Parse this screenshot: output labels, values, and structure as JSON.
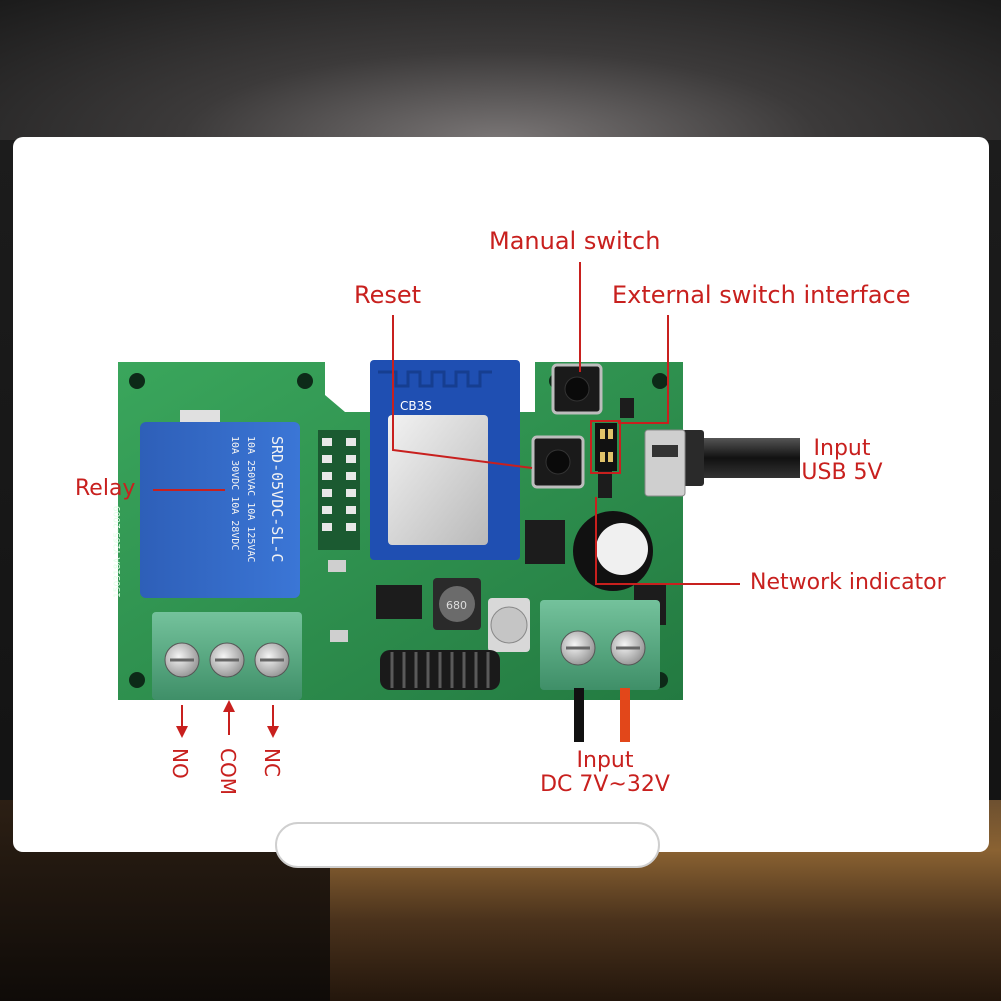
{
  "labels": {
    "manual_switch": "Manual switch",
    "reset": "Reset",
    "external_switch": "External switch interface",
    "relay": "Relay",
    "input_usb_line1": "Input",
    "input_usb_line2": "USB 5V",
    "network_indicator": "Network indicator",
    "input_dc_line1": "Input",
    "input_dc_line2": "DC 7V~32V",
    "no": "NO",
    "com": "COM",
    "nc": "NC"
  },
  "board_text": {
    "module": "CB3S",
    "relay_model": "SRD-05VDC-SL-C",
    "relay_rating_1": "10A 250VAC  10A 125VAC",
    "relay_rating_2": "10A 30VDC  10A 28VDC",
    "inductor": "680",
    "pcb_code": "150318A Y265-2009"
  },
  "colors": {
    "label_red": "#c8201e",
    "pcb_green": "#2f9a52",
    "relay_blue": "#2f69c8",
    "terminal_green": "#5fb089"
  }
}
